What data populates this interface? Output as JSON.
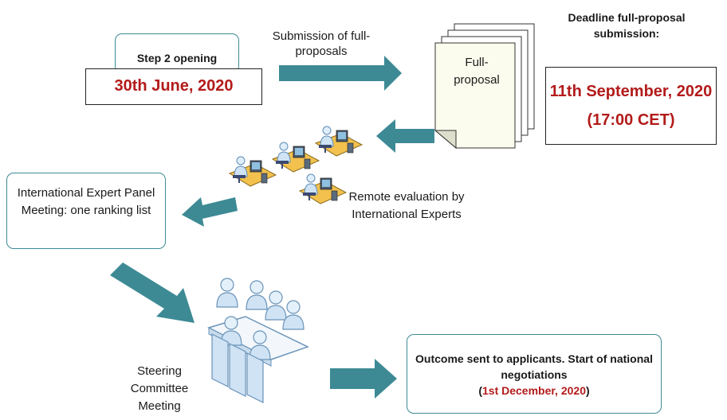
{
  "step2": {
    "label": "Step 2 opening",
    "date": "30th June, 2020"
  },
  "submission_caption": "Submission of full-proposals",
  "document_label": "Full-proposal",
  "deadline": {
    "title": "Deadline full-proposal submission:",
    "date": "11th September, 2020 (17:00 CET)"
  },
  "remote_evaluation_caption": "Remote evaluation by International Experts",
  "panel_meeting": "International Expert Panel Meeting: one ranking list",
  "steering_caption": "Steering Committee Meeting",
  "outcome": {
    "text": "Outcome sent to applicants. Start of national negotiations",
    "date_prefix": "(",
    "date": "1st December, 2020",
    "date_suffix": ")"
  },
  "colors": {
    "arrow": "#3d8a95",
    "box_border": "#3d8a95",
    "date_red": "#b31b1b"
  },
  "icons": [
    "document-stack-icon",
    "expert-workstation-icon",
    "meeting-table-icon",
    "arrow-icon"
  ]
}
